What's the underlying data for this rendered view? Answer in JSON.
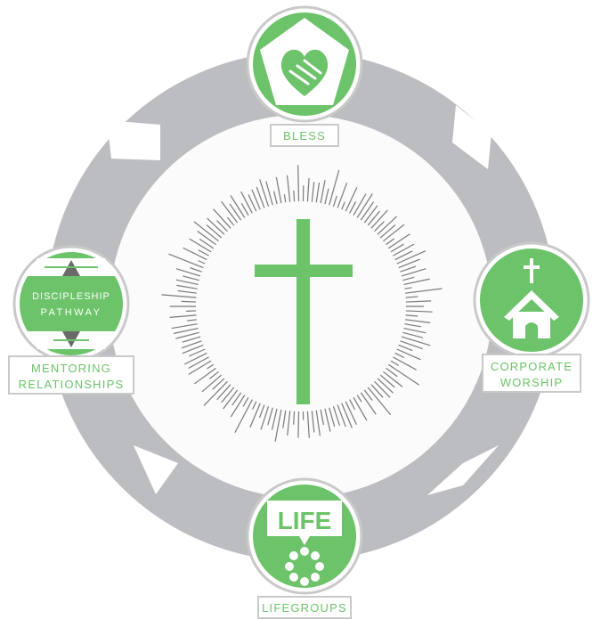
{
  "colors": {
    "green": "#6cc36a",
    "ring_gray": "#bcbdc0",
    "center_fill": "#fbfbfb",
    "badge_border": "#c9c9c9",
    "ray_gray": "#7a7a7a",
    "white": "#ffffff"
  },
  "nodes": {
    "bless": {
      "label": "BLESS",
      "icon": "handshake-heart-icon"
    },
    "worship": {
      "label_line1": "CORPORATE",
      "label_line2": "WORSHIP",
      "icon": "church-icon"
    },
    "lifegroups": {
      "label": "LIFEGROUPS",
      "icon": "life-bubble-icon",
      "icon_text": "LIFE"
    },
    "mentoring": {
      "label_line1": "MENTORING",
      "label_line2": "RELATIONSHIPS",
      "icon": "discipleship-pathway-icon",
      "icon_text_line1": "DISCIPLESHIP",
      "icon_text_line2": "PATHWAY"
    }
  },
  "center": {
    "icon": "cross-icon"
  }
}
